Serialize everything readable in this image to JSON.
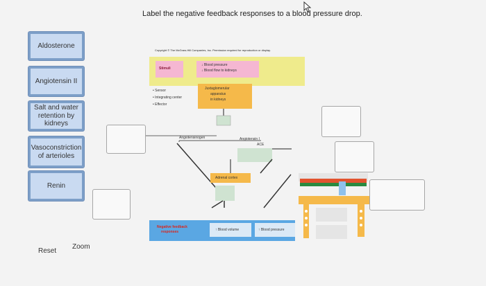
{
  "instruction": "Label the negative feedback responses to a blood pressure drop.",
  "labels": [
    "Aldosterone",
    "Angiotensin II",
    "Salt and water retention by kidneys",
    "Vasoconstriction of arterioles",
    "Renin"
  ],
  "controls": {
    "zoom": "Zoom",
    "reset": "Reset"
  },
  "diagram": {
    "copyright": "Copyright © The McGraw-Hill Companies, Inc. Permission required for reproduction or display.",
    "stimuli": "Stimuli",
    "stimuli_text": [
      "↓ Blood pressure",
      "↓ Blood flow to kidneys"
    ],
    "legend": [
      "Sensor",
      "Integrating center",
      "Effector"
    ],
    "juxta": [
      "Juxtaglomerular",
      "apparatus",
      "in kidneys"
    ],
    "angiotensinogen": "Angiotensinogen",
    "angiotensin_i": "Angiotensin I",
    "ace": "ACE",
    "adrenal": "Adrenal cortex",
    "neg_feedback": [
      "Negative feedback",
      "responses"
    ],
    "blood_volume": "↑ Blood volume",
    "blood_pressure_up": "↑ Blood pressure"
  },
  "colors": {
    "yellow": "#efeb8c",
    "orange": "#f5b94a",
    "pink": "#f5b7d2",
    "blue": "#5aa7e3",
    "green": "#cfe3d1",
    "label_outer": "#7d9fc8",
    "label_inner": "#c9daf1"
  }
}
